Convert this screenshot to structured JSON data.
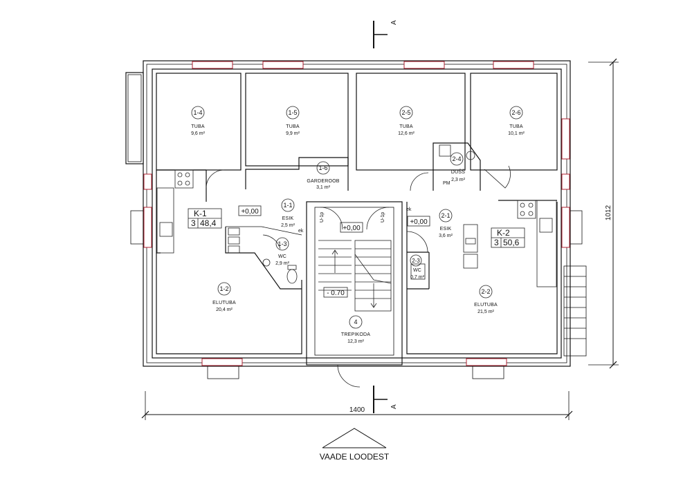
{
  "section_marker": "A",
  "rooms": [
    {
      "id": "1-4",
      "name": "TUBA",
      "area": "9,6 m²"
    },
    {
      "id": "1-5",
      "name": "TUBA",
      "area": "9,9 m²"
    },
    {
      "id": "2-5",
      "name": "TUBA",
      "area": "12,6 m²"
    },
    {
      "id": "2-6",
      "name": "TUBA",
      "area": "10,1 m²"
    },
    {
      "id": "1-6",
      "name": "GARDEROOB",
      "area": "3,1 m²"
    },
    {
      "id": "2-4",
      "name": "DUŠŠ",
      "area": "2,3 m²"
    },
    {
      "id": "1-1",
      "name": "ESIK",
      "area": "2,5 m²"
    },
    {
      "id": "1-3",
      "name": "WC",
      "area": "2,9 m²"
    },
    {
      "id": "2-1",
      "name": "ESIK",
      "area": "3,6 m²"
    },
    {
      "id": "2-3",
      "name": "WC",
      "area": "0,7 m²"
    },
    {
      "id": "1-2",
      "name": "ELUTUBA",
      "area": "20,4 m²"
    },
    {
      "id": "2-2",
      "name": "ELUTUBA",
      "area": "21,5 m²"
    },
    {
      "id": "4",
      "name": "TREPIKODA",
      "area": "12,3 m²"
    }
  ],
  "apartments": [
    {
      "label": "K-1",
      "rooms": "3",
      "area": "48,4"
    },
    {
      "label": "K-2",
      "rooms": "3",
      "area": "50,6"
    }
  ],
  "levels": [
    "+0,00",
    "+0,00",
    "+0,00",
    "- 0.70"
  ],
  "small_labels": {
    "ek1": "ek",
    "ek2": "ek",
    "pm": "PM",
    "door1": "U-1p",
    "door2": "U-1p"
  },
  "dimensions": {
    "width": "1400",
    "height": "1012"
  },
  "view_title": "VAADE LOODEST"
}
